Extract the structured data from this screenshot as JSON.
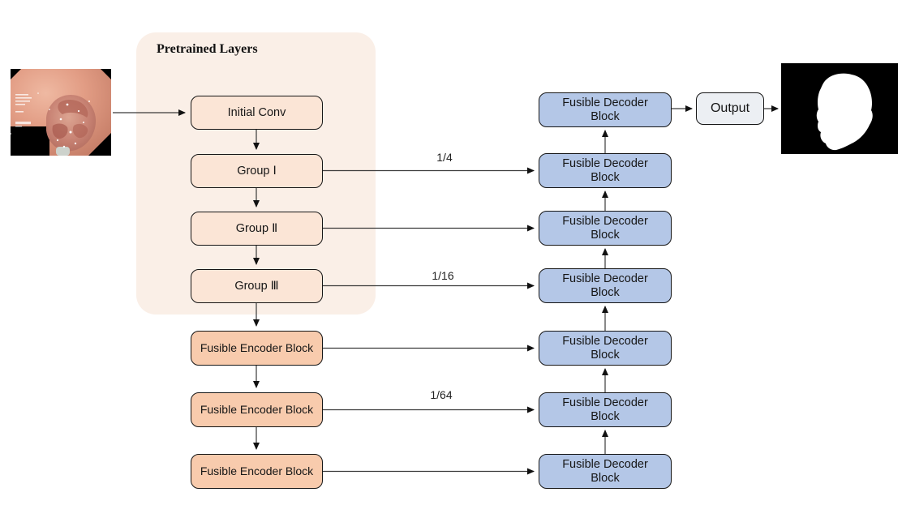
{
  "figure": {
    "pretrained": {
      "title": "Pretrained Layers"
    },
    "encoder_path": [
      {
        "label": "Initial Conv"
      },
      {
        "label": "Group Ⅰ"
      },
      {
        "label": "Group Ⅱ"
      },
      {
        "label": "Group Ⅲ"
      },
      {
        "label": "Fusible Encoder Block"
      },
      {
        "label": "Fusible Encoder Block"
      },
      {
        "label": "Fusible Encoder Block"
      }
    ],
    "decoder_path": [
      {
        "label": "Fusible Decoder Block"
      },
      {
        "label": "Fusible Decoder Block"
      },
      {
        "label": "Fusible Decoder Block"
      },
      {
        "label": "Fusible Decoder Block"
      },
      {
        "label": "Fusible Decoder Block"
      },
      {
        "label": "Fusible Decoder Block"
      },
      {
        "label": "Fusible Decoder Block"
      }
    ],
    "output": {
      "label": "Output"
    },
    "skip_labels": [
      {
        "text": "1/4"
      },
      {
        "text": "1/16"
      },
      {
        "text": "1/64"
      }
    ],
    "images": {
      "input": {
        "name": "colonoscopy-input-image"
      },
      "mask": {
        "name": "segmentation-mask-output-image"
      }
    },
    "colors": {
      "pretrained_bg": "#FAEFE7",
      "stage_box": "#FBE5D6",
      "encoder_box": "#F8CBAD",
      "decoder_box": "#B4C7E7",
      "output_box": "#ECEFF3",
      "arrow": "#3a3a3a"
    }
  }
}
